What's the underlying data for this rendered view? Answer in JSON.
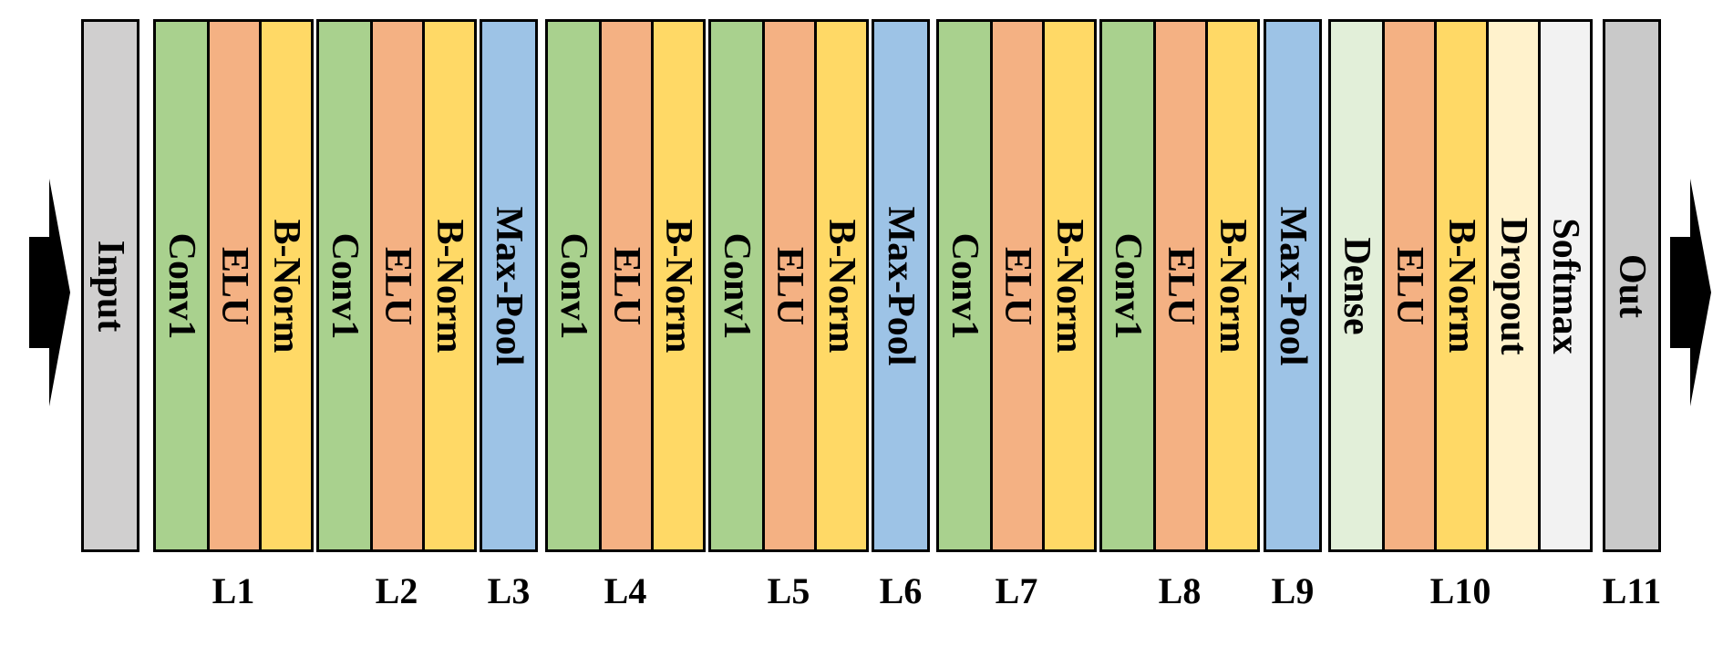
{
  "colors": {
    "input": "#d0cfcf",
    "conv": "#a9d18e",
    "elu": "#f4b183",
    "bnorm": "#ffd966",
    "pool": "#9dc3e6",
    "dense": "#e2efd9",
    "dropout": "#fff2cc",
    "softmax": "#f2f2f2",
    "out": "#c9c9c9",
    "stroke": "#000000"
  },
  "blocks": [
    {
      "id": "input",
      "layer": "",
      "cells": [
        {
          "label": "Input",
          "kind": "input",
          "inverted": true
        }
      ]
    },
    {
      "id": "l1",
      "layer": "L1",
      "cells": [
        {
          "label": "Conv1",
          "kind": "conv"
        },
        {
          "label": "ELU",
          "kind": "elu"
        },
        {
          "label": "B-Norm",
          "kind": "bnorm"
        }
      ]
    },
    {
      "id": "l2",
      "layer": "L2",
      "cells": [
        {
          "label": "Conv1",
          "kind": "conv"
        },
        {
          "label": "ELU",
          "kind": "elu"
        },
        {
          "label": "B-Norm",
          "kind": "bnorm"
        }
      ]
    },
    {
      "id": "l3",
      "layer": "L3",
      "cells": [
        {
          "label": "Max-Pool",
          "kind": "pool"
        }
      ]
    },
    {
      "id": "l4",
      "layer": "L4",
      "cells": [
        {
          "label": "Conv1",
          "kind": "conv"
        },
        {
          "label": "ELU",
          "kind": "elu"
        },
        {
          "label": "B-Norm",
          "kind": "bnorm"
        }
      ]
    },
    {
      "id": "l5",
      "layer": "L5",
      "cells": [
        {
          "label": "Conv1",
          "kind": "conv"
        },
        {
          "label": "ELU",
          "kind": "elu"
        },
        {
          "label": "B-Norm",
          "kind": "bnorm"
        }
      ]
    },
    {
      "id": "l6",
      "layer": "L6",
      "cells": [
        {
          "label": "Max-Pool",
          "kind": "pool"
        }
      ]
    },
    {
      "id": "l7",
      "layer": "L7",
      "cells": [
        {
          "label": "Conv1",
          "kind": "conv"
        },
        {
          "label": "ELU",
          "kind": "elu"
        },
        {
          "label": "B-Norm",
          "kind": "bnorm"
        }
      ]
    },
    {
      "id": "l8",
      "layer": "L8",
      "cells": [
        {
          "label": "Conv1",
          "kind": "conv"
        },
        {
          "label": "ELU",
          "kind": "elu"
        },
        {
          "label": "B-Norm",
          "kind": "bnorm"
        }
      ]
    },
    {
      "id": "l9",
      "layer": "L9",
      "cells": [
        {
          "label": "Max-Pool",
          "kind": "pool"
        }
      ]
    },
    {
      "id": "l10",
      "layer": "L10",
      "cells": [
        {
          "label": "Dense",
          "kind": "dense"
        },
        {
          "label": "ELU",
          "kind": "elu"
        },
        {
          "label": "B-Norm",
          "kind": "bnorm"
        },
        {
          "label": "Dropout",
          "kind": "dropout"
        },
        {
          "label": "Softmax",
          "kind": "softmax"
        }
      ]
    },
    {
      "id": "l11",
      "layer": "L11",
      "cells": [
        {
          "label": "Out",
          "kind": "out"
        }
      ]
    }
  ]
}
